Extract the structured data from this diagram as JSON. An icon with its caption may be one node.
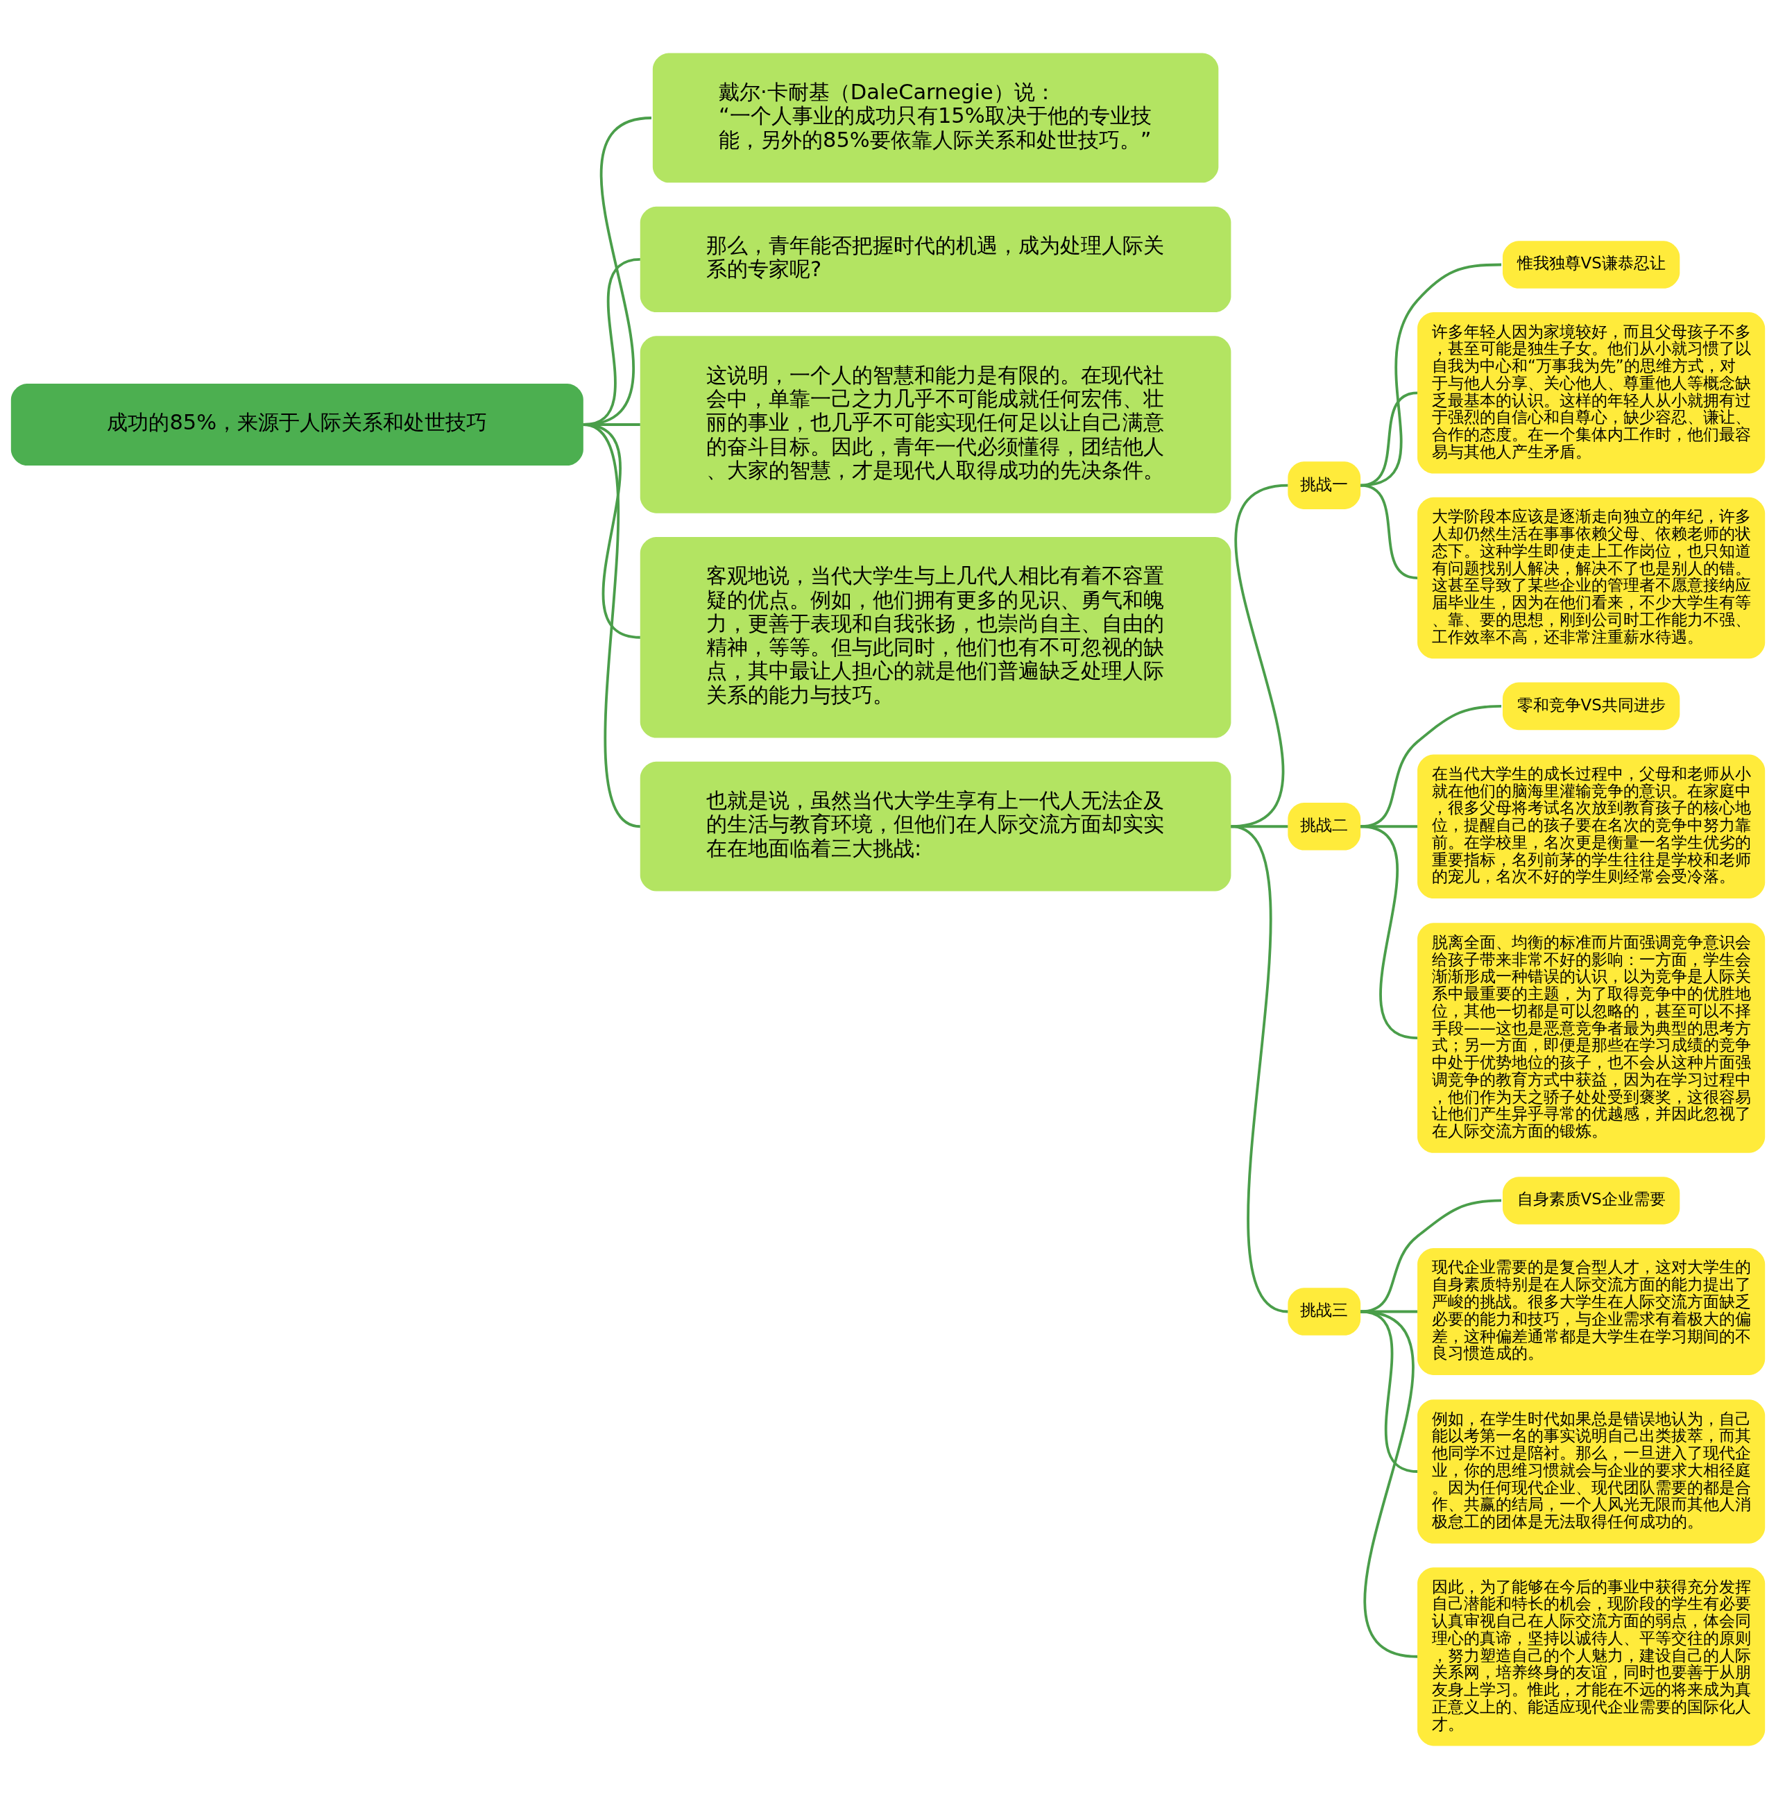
{
  "diagram": {
    "nodes": [
      {
        "text": [
          "成功的85%，来源于人际关系和处世技巧"
        ]
      },
      {
        "text": [
          "戴尔·卡耐基（DaleCarnegie）说：“一个人事业的成功只有15%取决于他的专业技能，另外的85%要依靠人际关系和处世技巧。”"
        ]
      },
      {
        "text": [
          "那么，青年能否把握时代的机遇，成为处理人际关系的专家呢?"
        ]
      },
      {
        "text": [
          "这说明，一个人的智慧和能力是有限的。在现代社会中，单靠一己之力几乎不可能成就任何宏伟、壮丽的事业，也几乎不可能实现任何足以让自己满意的奋斗目标。因此，青年一代必须懂得，团结他人、大家的智慧，才是现代人取得成功的先决条件。"
        ]
      },
      {
        "text": [
          "客观地说，当代大学生与上几代人相比有着不容置疑的优点。例如，他们拥有更多的见识、勇气和魄力，更善于表现和自我张扬，也崇尚自主、自由的精神，等等。但与此同时，他们也有不可忽视的缺点，其中最让人担心的就是他们普遍缺乏处理人际关系的能力与技巧。"
        ]
      },
      {
        "text": [
          "也就是说，虽然当代大学生享有上一代人无法企及的生活与教育环境，但他们在人际交流方面却实实在在地面临着三大挑战:"
        ]
      },
      {
        "text": [
          "挑战一"
        ]
      },
      {
        "text": [
          "惟我独尊VS谦恭忍让"
        ]
      },
      {
        "text": [
          "许多年轻人因为家境较好，而且父母孩子不多，甚至可能是独生子女。他们从小就习惯了以自我为中心和“万事我为先”的思维方式，对于与他人分享、关心他人、尊重他人等概念缺乏最基本的认识。这样的年轻人从小就拥有过于强烈的自信心和自尊心，缺少容忍、谦让、合作的态度。在一个集体内工作时，他们最容易与其他人产生矛盾。"
        ]
      },
      {
        "text": [
          "大学阶段本应该是逐渐走向独立的年纪，许多人却仍然生活在事事依赖父母、依赖老师的状态下。这种学生即使走上工作岗位，也只知道有问题找别人解决，解决不了也是别人的错。这甚至导致了某些企业的管理者不愿意接纳应届毕业生，因为在他们看来，不少大学生有等、靠、要的思想，刚到公司时工作能力不强、工作效率不高，还非常注重薪水待遇。"
        ]
      },
      {
        "text": [
          "挑战二"
        ]
      },
      {
        "text": [
          "零和竞争VS共同进步"
        ]
      },
      {
        "text": [
          "在当代大学生的成长过程中，父母和老师从小就在他们的脑海里灌输竞争的意识。在家庭中，很多父母将考试名次放到教育孩子的核心地位，提醒自己的孩子要在名次的竞争中努力靠前。在学校里，名次更是衡量一名学生优劣的重要指标，名列前茅的学生往往是学校和老师的宠儿，名次不好的学生则经常会受冷落。"
        ]
      },
      {
        "text": [
          "脱离全面、均衡的标准而片面强调竞争意识会给孩子带来非常不好的影响：一方面，学生会渐渐形成一种错误的认识，以为竞争是人际关系中最重要的主题，为了取得竞争中的优胜地位，其他一切都是可以忽略的，甚至可以不择手段——这也是恶意竞争者最为典型的思考方式；另一方面，即便是那些在学习成绩的竞争中处于优势地位的孩子，也不会从这种片面强调竞争的教育方式中获益，因为在学习过程中，他们作为天之骄子处处受到褒奖，这很容易让他们产生异乎寻常的优越感，并因此忽视了在人际交流方面的锻炼。"
        ]
      },
      {
        "text": [
          "挑战三"
        ]
      },
      {
        "text": [
          "自身素质VS企业需要"
        ]
      },
      {
        "text": [
          "现代企业需要的是复合型人才，这对大学生的自身素质特别是在人际交流方面的能力提出了严峻的挑战。很多大学生在人际交流方面缺乏必要的能力和技巧，与企业需求有着极大的偏差，这种偏差通常都是大学生在学习期间的不良习惯造成的。"
        ]
      },
      {
        "text": [
          "例如，在学生时代如果总是错误地认为，自己能以考第一名的事实说明自己出类拔萃，而其他同学不过是陪衬。那么，一旦进入了现代企业，你的思维习惯就会与企业的要求大相径庭。因为任何现代企业、现代团队需要的都是合作、共赢的结局，一个人风光无限而其他人消极怠工的团体是无法取得任何成功的。"
        ]
      },
      {
        "text": [
          "因此，为了能够在今后的事业中获得充分发挥自己潜能和特长的机会，现阶段的学生有必要认真审视自己在人际交流方面的弱点，体会同理心的真谛，坚持以诚待人、平等交往的原则，努力塑造自己的个人魅力，建设自己的人际关系网，培养终身的友谊，同时也要善于从朋友身上学习。惟此，才能在不远的将来成为真正意义上的、能适应现代企业需要的国际化人才。"
        ]
      }
    ],
    "edges": [
      {
        "from": 0,
        "to": 1,
        "arrow": "none"
      },
      {
        "from": 0,
        "to": 2,
        "arrow": "none"
      },
      {
        "from": 0,
        "to": 3,
        "arrow": "none"
      },
      {
        "from": 0,
        "to": 4,
        "arrow": "none"
      },
      {
        "from": 0,
        "to": 5,
        "arrow": "none"
      },
      {
        "from": 5,
        "to": 6,
        "arrow": "none"
      },
      {
        "from": 6,
        "to": 7,
        "arrow": "none"
      },
      {
        "from": 6,
        "to": 8,
        "arrow": "none"
      },
      {
        "from": 6,
        "to": 9,
        "arrow": "none"
      },
      {
        "from": 5,
        "to": 10,
        "arrow": "none"
      },
      {
        "from": 10,
        "to": 11,
        "arrow": "none"
      },
      {
        "from": 10,
        "to": 12,
        "arrow": "none"
      },
      {
        "from": 10,
        "to": 13,
        "arrow": "none"
      },
      {
        "from": 5,
        "to": 14,
        "arrow": "none"
      },
      {
        "from": 14,
        "to": 15,
        "arrow": "none"
      },
      {
        "from": 14,
        "to": 16,
        "arrow": "none"
      },
      {
        "from": 14,
        "to": 17,
        "arrow": "none"
      },
      {
        "from": 14,
        "to": 18,
        "arrow": "none"
      }
    ]
  }
}
